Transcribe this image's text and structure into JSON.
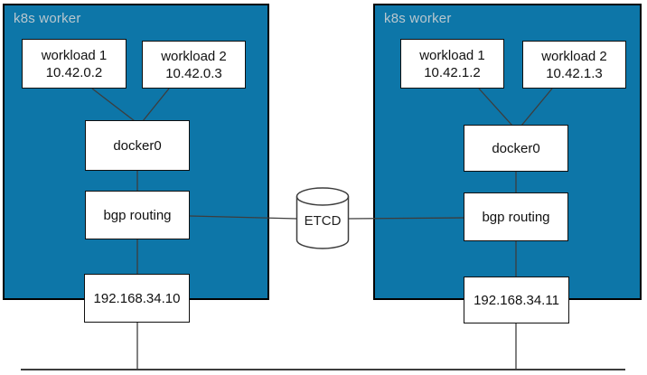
{
  "workers": [
    {
      "label": "k8s worker",
      "nodes": {
        "workload1": {
          "line1": "workload 1",
          "line2": "10.42.0.2"
        },
        "workload2": {
          "line1": "workload 2",
          "line2": "10.42.0.3"
        },
        "bridge": {
          "label": "docker0"
        },
        "routing": {
          "label": "bgp routing"
        },
        "host": {
          "label": "192.168.34.10"
        }
      }
    },
    {
      "label": "k8s worker",
      "nodes": {
        "workload1": {
          "line1": "workload 1",
          "line2": "10.42.1.2"
        },
        "workload2": {
          "line1": "workload 2",
          "line2": "10.42.1.3"
        },
        "bridge": {
          "label": "docker0"
        },
        "routing": {
          "label": "bgp routing"
        },
        "host": {
          "label": "192.168.34.11"
        }
      }
    }
  ],
  "etcd": {
    "label": "ETCD"
  },
  "colors": {
    "worker_fill": "#0d76a8",
    "worker_border": "#000000",
    "worker_label_text": "#b9c7ce",
    "node_fill": "#ffffff",
    "node_border": "#0f0f0f",
    "connector": "#3d3d3d"
  }
}
